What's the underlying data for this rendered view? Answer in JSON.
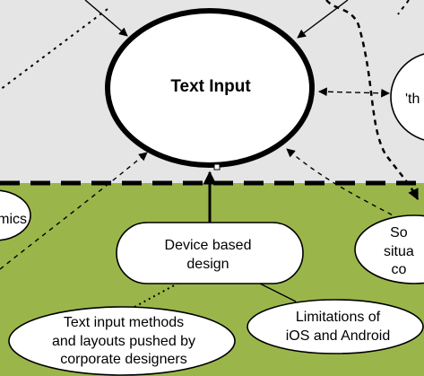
{
  "diagram": {
    "colors": {
      "top_region": "#e5e5e5",
      "bottom_region": "#9ab64a",
      "node_fill": "#ffffff",
      "stroke": "#000000"
    },
    "nodes": {
      "text_input": "Text Input",
      "device_based_design": "Device based\ndesign",
      "text_input_methods": "Text input methods\nand layouts pushed by\ncorporate designers",
      "limitations": "Limitations of\niOS and Android",
      "partial_right_top": "'th",
      "partial_left": "mics",
      "partial_right_bottom": "So\nsitua\nco"
    }
  }
}
